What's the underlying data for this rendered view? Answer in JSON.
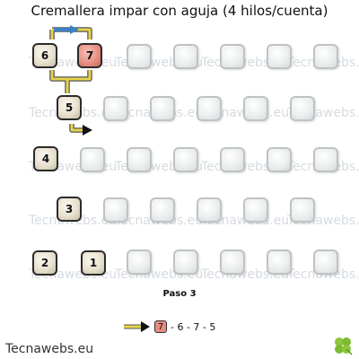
{
  "title": "Cremallera impar con aguja (4 hilos/cuenta)",
  "watermark": "Tecnawebs.eu",
  "step_label": "Paso 3",
  "legend": {
    "first": "7",
    "rest": "- 6 - 7 - 5"
  },
  "footer_brand": "Tecnawebs.eu",
  "beads": [
    {
      "label": "6",
      "highlight": false
    },
    {
      "label": "7",
      "highlight": true
    },
    {
      "label": "5",
      "highlight": false
    },
    {
      "label": "4",
      "highlight": false
    },
    {
      "label": "3",
      "highlight": false
    },
    {
      "label": "2",
      "highlight": false
    },
    {
      "label": "1",
      "highlight": false
    }
  ],
  "colors": {
    "thread": "#e6d44a",
    "thread_outline": "#555555",
    "needle": "#3b82c4",
    "highlight_bead": "#e68b7e"
  }
}
